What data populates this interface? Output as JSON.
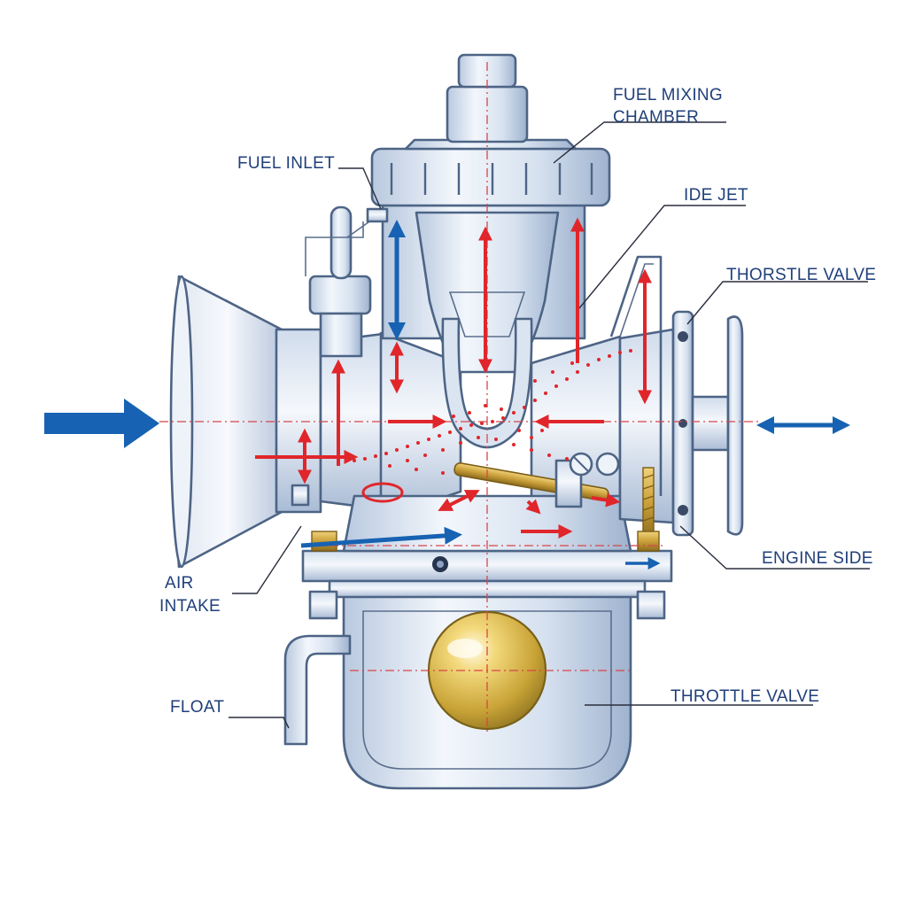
{
  "labels": {
    "fuel_mixing_chamber_line1": "FUEL MIXING",
    "fuel_mixing_chamber_line2": "CHAMBER",
    "fuel_inlet": "FUEL INLET",
    "idle_jet": "IDE JET",
    "throttle_valve_top": "THORSTLE VALVE",
    "engine_side": "ENGINE SIDE",
    "air_intake_line1": "AIR",
    "air_intake_line2": "INTAKE",
    "float": "FLOAT",
    "throttle_valve_bottom": "THROTTLE VALVE"
  },
  "colors": {
    "air_flow": "#1762b2",
    "fuel_flow": "#e0262b",
    "metal_light": "#eef3fa",
    "metal_mid": "#c9d6e8",
    "metal_dark": "#8ea3c2",
    "brass": "#d4aa3f",
    "float_gold": "#e4c255",
    "label_text": "#1f3f7a"
  },
  "icons": {
    "air_intake_arrow": "arrow-right-icon",
    "engine_side_arrow": "arrow-left-right-icon"
  }
}
